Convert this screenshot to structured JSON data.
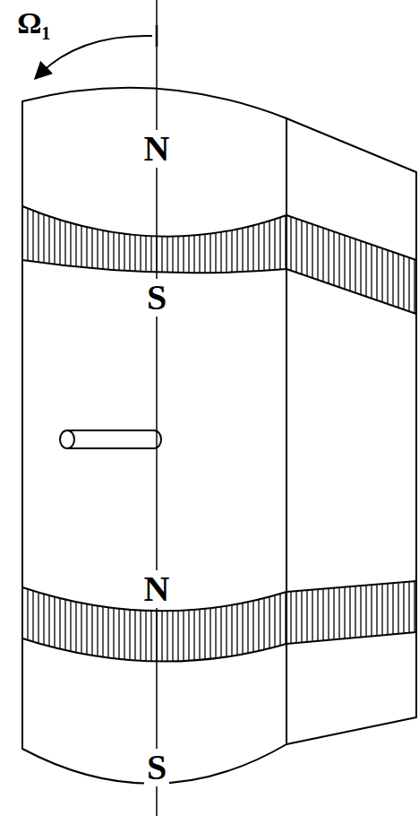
{
  "diagram": {
    "labels": [
      "Ω₁",
      "N",
      "S",
      "N",
      "S"
    ]
  }
}
